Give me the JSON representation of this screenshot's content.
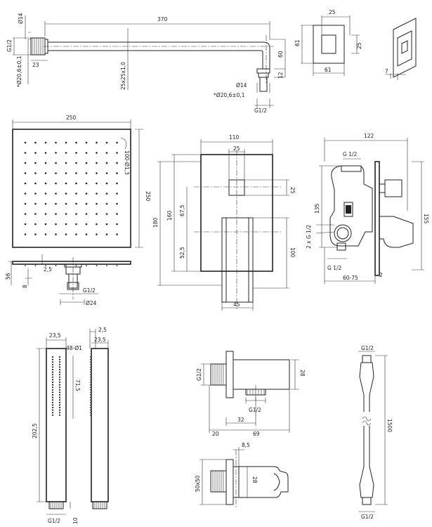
{
  "labels": {
    "arm_d14": "Ø14",
    "arm_g12": "G1/2",
    "arm_d20": "*Ø20,6±0,1",
    "arm_23": "23",
    "arm_370": "370",
    "arm_tube": "25x25x1,0",
    "arm_60": "60",
    "arm_12": "12",
    "arm_d14b": "Ø14",
    "arm_d20b": "*Ø20,6±0,1",
    "arm_g12b": "G1/2",
    "flange_25": "25",
    "flange_61v": "61",
    "flange_25v": "25",
    "flange_61h": "61",
    "flange_7": "7",
    "head_250": "250",
    "head_250v": "250",
    "head_nozzle": "100-Ø1,3",
    "head_2_5": "2,5",
    "head_56": "56",
    "head_8": "8",
    "head_g12": "G1/2",
    "head_d24": "Ø24",
    "plate_110": "110",
    "plate_25": "25",
    "plate_25v": "25",
    "plate_180": "180",
    "plate_160": "160",
    "plate_67_5": "67,5",
    "plate_52_5": "52,5",
    "plate_100": "100",
    "plate_45": "45",
    "valve_122": "122",
    "valve_g12": "G 1/2",
    "valve_135": "135",
    "valve_2xg12": "2 x G 1/2",
    "valve_155": "155",
    "valve_g12b": "G 1/2",
    "valve_2": "2",
    "valve_60_75": "60-75",
    "hand_23_5": "23,5",
    "hand_48": "48-Ø1",
    "hand_71_5": "71,5",
    "hand_202_5": "202,5",
    "hand_g12": "G1/2",
    "hand_10": "10",
    "hand_2_5": "2,5",
    "hand_23_5b": "23,5",
    "elbow_g12": "G1/2",
    "elbow_28": "28",
    "elbow_g12b": "G1/2",
    "elbow_32": "32",
    "elbow_20": "20",
    "elbow_69": "69",
    "holder_8_5": "8,5",
    "holder_50x50": "50x50",
    "holder_28": "28",
    "hose_g12": "G1/2",
    "hose_1500": "1500",
    "hose_g12b": "G1/2"
  }
}
